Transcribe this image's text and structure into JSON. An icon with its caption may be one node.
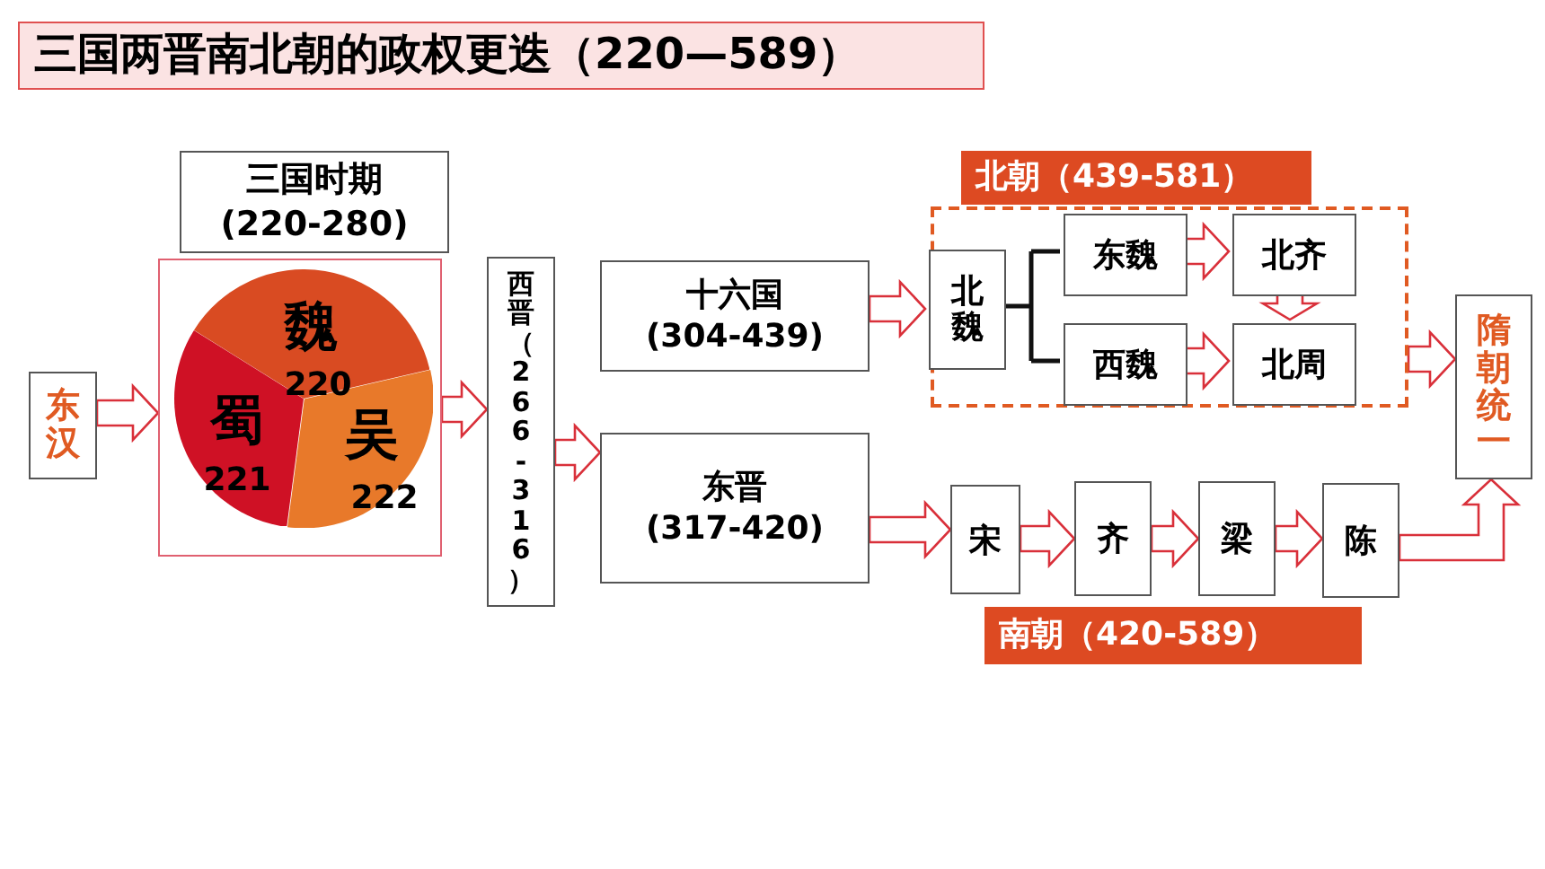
{
  "diagram": {
    "title": "三国两晋南北朝的政权更迭（220—589）",
    "nodes": [
      {
        "text": [
          "东汉"
        ]
      },
      {
        "text": [
          "三国时期",
          "(220-280)"
        ]
      },
      {
        "text": [],
        "shape": "box"
      },
      {
        "text": [
          "魏",
          "220"
        ],
        "in": 2
      },
      {
        "text": [
          "蜀",
          "221"
        ],
        "in": 2
      },
      {
        "text": [
          "吴",
          "222"
        ],
        "in": 2
      },
      {
        "text": [
          "西晋（266-316）"
        ]
      },
      {
        "text": [
          "十六国",
          "(304-439)"
        ]
      },
      {
        "text": [
          "东晋",
          "(317-420)"
        ]
      },
      {
        "text": [
          "北朝（439-581）"
        ]
      },
      {
        "text": [],
        "shape": "box"
      },
      {
        "text": [
          "北魏"
        ],
        "in": 10
      },
      {
        "text": [
          "东魏"
        ],
        "in": 10
      },
      {
        "text": [
          "北齐"
        ],
        "in": 10
      },
      {
        "text": [
          "西魏"
        ],
        "in": 10
      },
      {
        "text": [
          "北周"
        ],
        "in": 10
      },
      {
        "text": [
          "隋朝统一"
        ]
      },
      {
        "text": [
          "宋"
        ]
      },
      {
        "text": [
          "齐"
        ]
      },
      {
        "text": [
          "梁"
        ]
      },
      {
        "text": [
          "陈"
        ]
      },
      {
        "text": [
          "南朝（420-589）"
        ]
      }
    ],
    "edges": [
      {
        "from": 0,
        "to": 2,
        "arrow": "to"
      },
      {
        "from": 2,
        "to": 6,
        "arrow": "to"
      },
      {
        "from": 6,
        "to": 8,
        "arrow": "to"
      },
      {
        "from": 7,
        "to": 11,
        "arrow": "to"
      },
      {
        "from": 11,
        "to": 12,
        "arrow": "none"
      },
      {
        "from": 11,
        "to": 14,
        "arrow": "none"
      },
      {
        "from": 12,
        "to": 13,
        "arrow": "to"
      },
      {
        "from": 14,
        "to": 15,
        "arrow": "to"
      },
      {
        "from": 13,
        "to": 15,
        "arrow": "to"
      },
      {
        "from": 10,
        "to": 16,
        "arrow": "to"
      },
      {
        "from": 8,
        "to": 17,
        "arrow": "to"
      },
      {
        "from": 17,
        "to": 18,
        "arrow": "to"
      },
      {
        "from": 18,
        "to": 19,
        "arrow": "to"
      },
      {
        "from": 19,
        "to": 20,
        "arrow": "to"
      },
      {
        "from": 20,
        "to": 16,
        "arrow": "to"
      }
    ]
  }
}
